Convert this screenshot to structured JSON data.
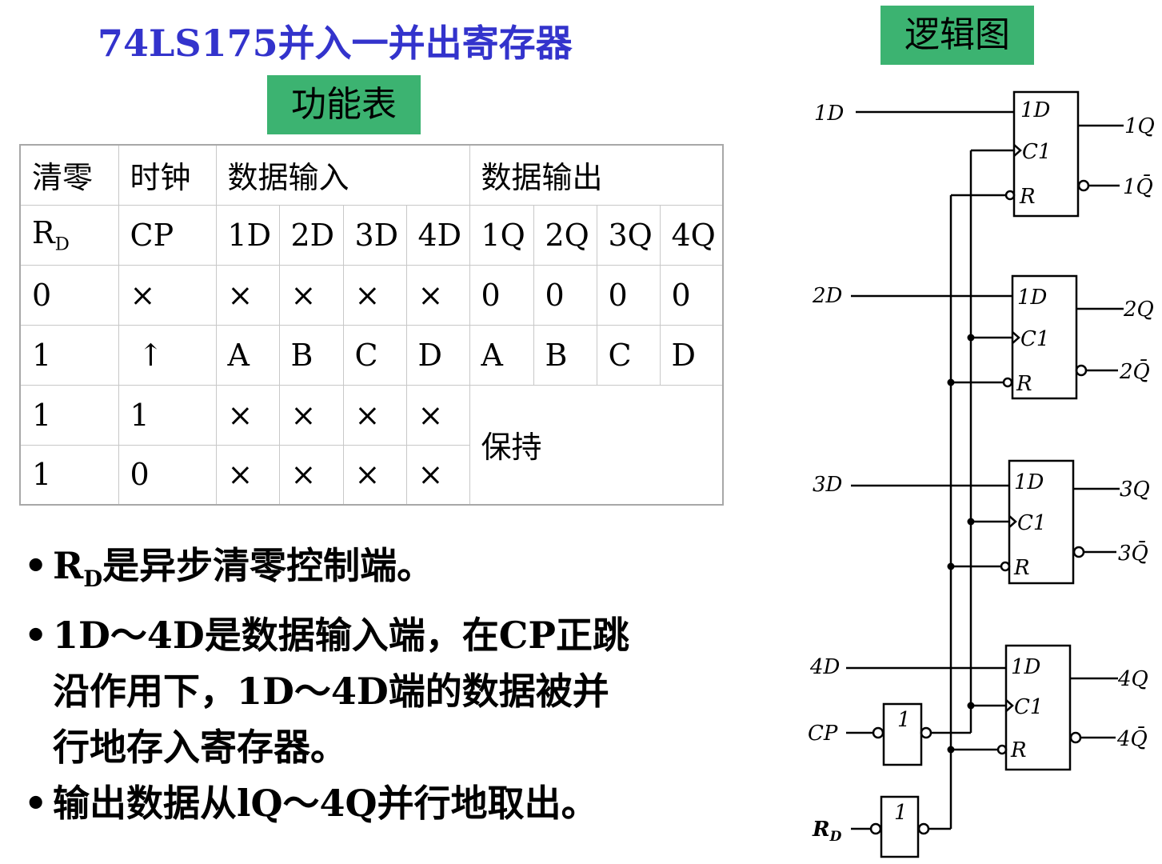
{
  "title": "74LS175并入一并出寄存器",
  "function_table_tag": "功能表",
  "logic_diagram_tag": "逻辑图",
  "table": {
    "group_headers": [
      "清零",
      "时钟",
      "数据输入",
      "数据输出"
    ],
    "signal_header": {
      "rd_main": "R",
      "rd_sub": "D",
      "cp": "CP",
      "inputs": [
        "1D",
        "2D",
        "3D",
        "4D"
      ],
      "outputs": [
        "1Q",
        "2Q",
        "3Q",
        "4Q"
      ]
    },
    "rows": [
      {
        "rd": "0",
        "cp": "×",
        "inputs": [
          "×",
          "×",
          "×",
          "×"
        ],
        "outputs": [
          "0",
          "0",
          "0",
          "0"
        ]
      },
      {
        "rd": "1",
        "cp": "↑",
        "inputs": [
          "A",
          "B",
          "C",
          "D"
        ],
        "outputs": [
          "A",
          "B",
          "C",
          "D"
        ]
      },
      {
        "rd": "1",
        "cp": "1",
        "inputs": [
          "×",
          "×",
          "×",
          "×"
        ]
      },
      {
        "rd": "1",
        "cp": "0",
        "inputs": [
          "×",
          "×",
          "×",
          "×"
        ]
      }
    ],
    "hold_label": "保持"
  },
  "notes": {
    "bullet": "•",
    "n1_main": "R",
    "n1_sub": "D",
    "n1_rest": "是异步清零控制端。",
    "n2_line1": "1D～4D是数据输入端，在CP正跳",
    "n2_line2": "沿作用下，1D～4D端的数据被并",
    "n2_line3": "行地存入寄存器。",
    "n3": "输出数据从lQ～4Q并行地取出。"
  },
  "diagram": {
    "input_labels": [
      "1D",
      "2D",
      "3D",
      "4D"
    ],
    "ff_label_d": "1D",
    "ff_label_c": "C1",
    "ff_label_r": "R",
    "q_labels": [
      "1Q",
      "2Q",
      "3Q",
      "4Q"
    ],
    "qbar_labels": [
      "1Q̄",
      "2Q̄",
      "3Q̄",
      "4Q̄"
    ],
    "cp_label": "CP",
    "rd_label_main": "R",
    "rd_label_sub": "D",
    "inverter_label": "1"
  }
}
